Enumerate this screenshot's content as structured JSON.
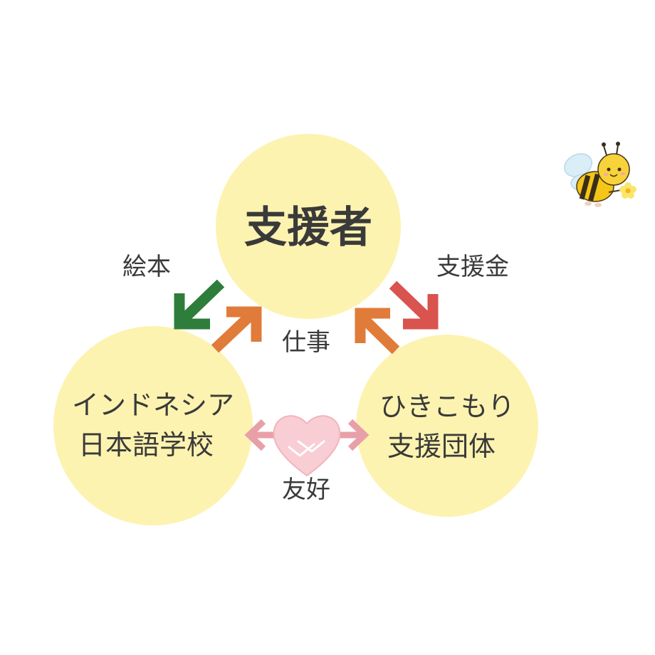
{
  "nodes": {
    "supporter": {
      "label": "支援者"
    },
    "school": {
      "line1": "インドネシア",
      "line2": "日本語学校"
    },
    "group": {
      "line1": "ひきこもり",
      "line2": "支援団体"
    }
  },
  "edges": {
    "picture_books": {
      "label": "絵本",
      "color": "#2e7d3a"
    },
    "support_money": {
      "label": "支援金",
      "color": "#d9534f"
    },
    "work": {
      "label": "仕事",
      "color": "#e07b39"
    },
    "friendship": {
      "label": "友好",
      "color": "#e8a0a8"
    }
  },
  "colors": {
    "node_fill": "#fdf3b0",
    "text": "#3a3a3a"
  },
  "icons": {
    "bee": "bee-mascot-icon",
    "heart": "heart-handshake-icon"
  }
}
